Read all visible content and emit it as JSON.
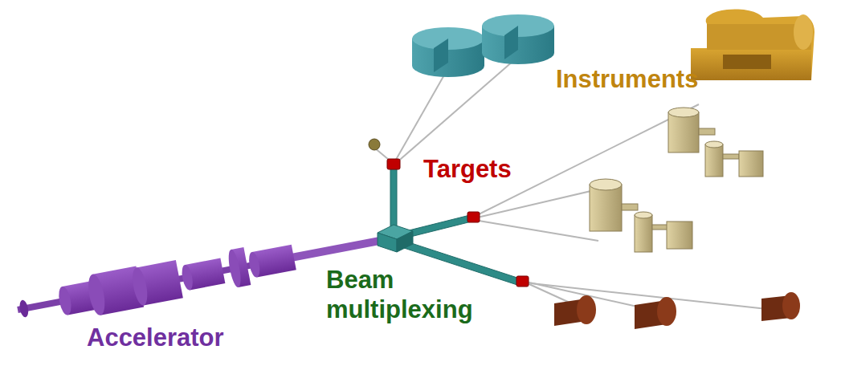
{
  "diagram": {
    "labels": [
      "Instruments",
      "Targets",
      "Beam multiplexing",
      "Accelerator"
    ]
  }
}
